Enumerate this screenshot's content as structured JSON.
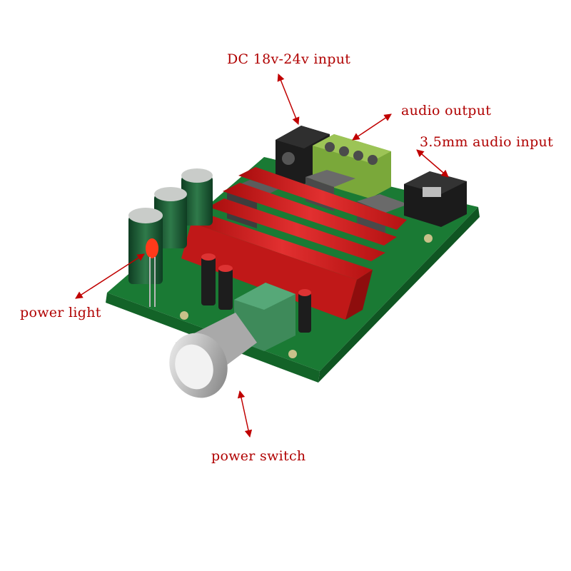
{
  "labels": {
    "dc_input": "DC 18v-24v input",
    "audio_output": "audio output",
    "audio_input": "3.5mm audio input",
    "power_light": "power light",
    "power_switch": "power switch"
  },
  "colors": {
    "label_text": "#b00000",
    "arrow": "#c00000",
    "pcb": "#1f8a3a",
    "heatsink": "#d11a1a",
    "terminal_block": "#7aa83a",
    "background": "#ffffff"
  }
}
